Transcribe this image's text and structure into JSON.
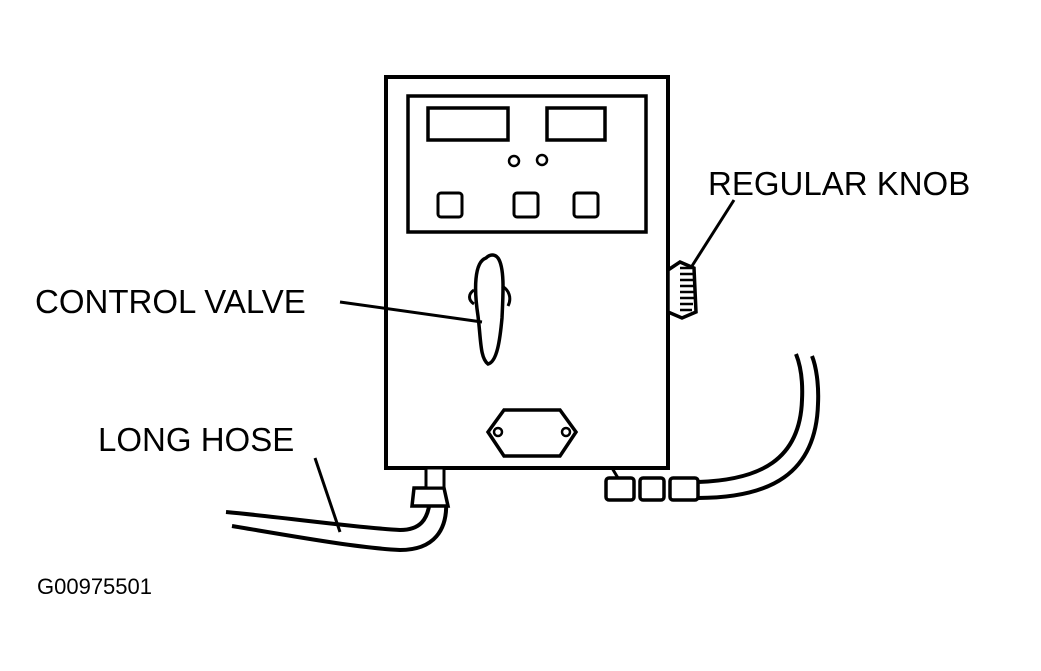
{
  "labels": {
    "regular_knob": "REGULAR KNOB",
    "control_valve": "CONTROL VALVE",
    "long_hose": "LONG HOSE"
  },
  "figure_id": "G00975501",
  "colors": {
    "ink": "#000000",
    "background": "#ffffff"
  }
}
